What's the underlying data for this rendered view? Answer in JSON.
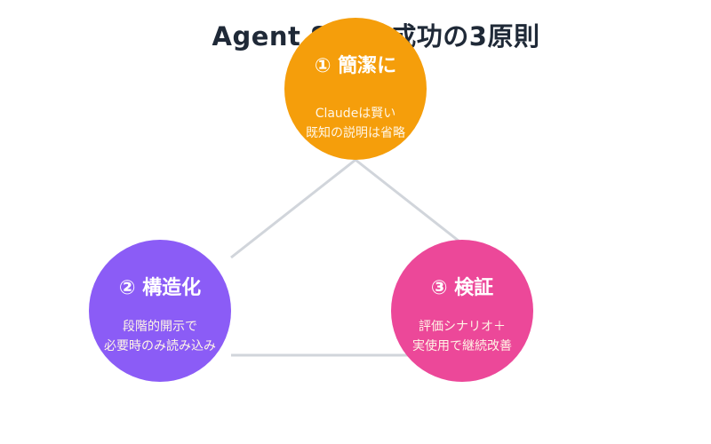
{
  "title": "Agent Skills成功の3原則",
  "colors": {
    "title": "#1f2937",
    "connector": "#d1d5db",
    "concise": "#f59e0b",
    "structure": "#8b5cf6",
    "verify": "#ec4899"
  },
  "principles": [
    {
      "heading": "① 簡潔に",
      "line1": "Claudeは賢い",
      "line2": "既知の説明は省略"
    },
    {
      "heading": "② 構造化",
      "line1": "段階的開示で",
      "line2": "必要時のみ読み込み"
    },
    {
      "heading": "③ 検証",
      "line1": "評価シナリオ＋",
      "line2": "実使用で継続改善"
    }
  ]
}
